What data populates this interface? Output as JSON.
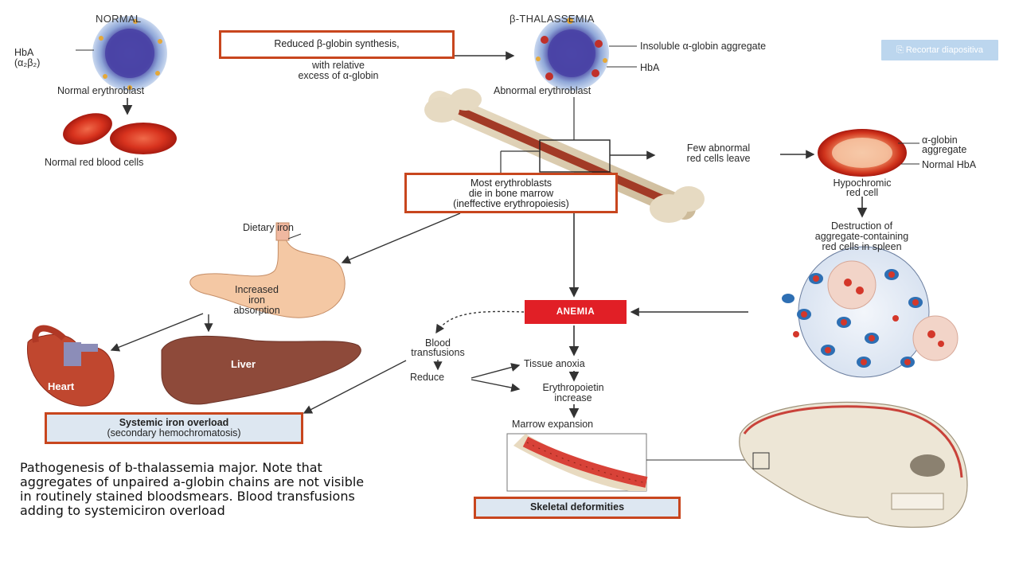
{
  "clip_button": {
    "label": "Recortar diapositiva",
    "icon": "clip-icon"
  },
  "headers": {
    "normal": "NORMAL",
    "thal": "β-THALASSEMIA"
  },
  "normal": {
    "hba_line1": "HbA",
    "hba_line2": "(α₂β₂)",
    "erythroblast": "Normal erythroblast",
    "red_cells": "Normal red blood cells"
  },
  "reduced_box": "Reduced β-globin synthesis,",
  "reduced_sub": [
    "with relative",
    "excess of α-globin"
  ],
  "abnormal": {
    "insoluble": "Insoluble α-globin aggregate",
    "hba": "HbA",
    "erythroblast": "Abnormal erythroblast"
  },
  "marrow_box": [
    "Most erythroblasts",
    "die in bone marrow",
    "(ineffective erythropoiesis)"
  ],
  "few_cells": [
    "Few abnormal",
    "red cells leave"
  ],
  "hypochromic": {
    "alpha": [
      "α-globin",
      "aggregate"
    ],
    "normal_hba": "Normal HbA",
    "cell": [
      "Hypochromic",
      "red cell"
    ]
  },
  "destruction": [
    "Destruction of",
    "aggregate-containing",
    "red cells in spleen"
  ],
  "dietary_iron": "Dietary iron",
  "increased_iron": [
    "Increased",
    "iron",
    "absorption"
  ],
  "heart": "Heart",
  "liver": "Liver",
  "anemia": "ANEMIA",
  "blood_transfusions": [
    "Blood",
    "transfusions"
  ],
  "reduce": "Reduce",
  "tissue_anoxia": "Tissue anoxia",
  "erythropoietin": [
    "Erythropoietin",
    "increase"
  ],
  "marrow_expansion": "Marrow expansion",
  "iron_overload": [
    "Systemic iron overload",
    "(secondary hemochromatosis)"
  ],
  "skeletal": "Skeletal deformities",
  "caption": [
    "Pathogenesis of b-thalassemia major. Note that",
    "aggregates of unpaired a-globin chains are not visible",
    "in routinely stained bloodsmears. Blood transfusions",
    "adding to systemiciron overload"
  ],
  "colors": {
    "box_border": "#c8461e",
    "anemia": "#e11f26",
    "clip_button": "#bcd6ee",
    "overload_fill": "#dde7f1"
  }
}
